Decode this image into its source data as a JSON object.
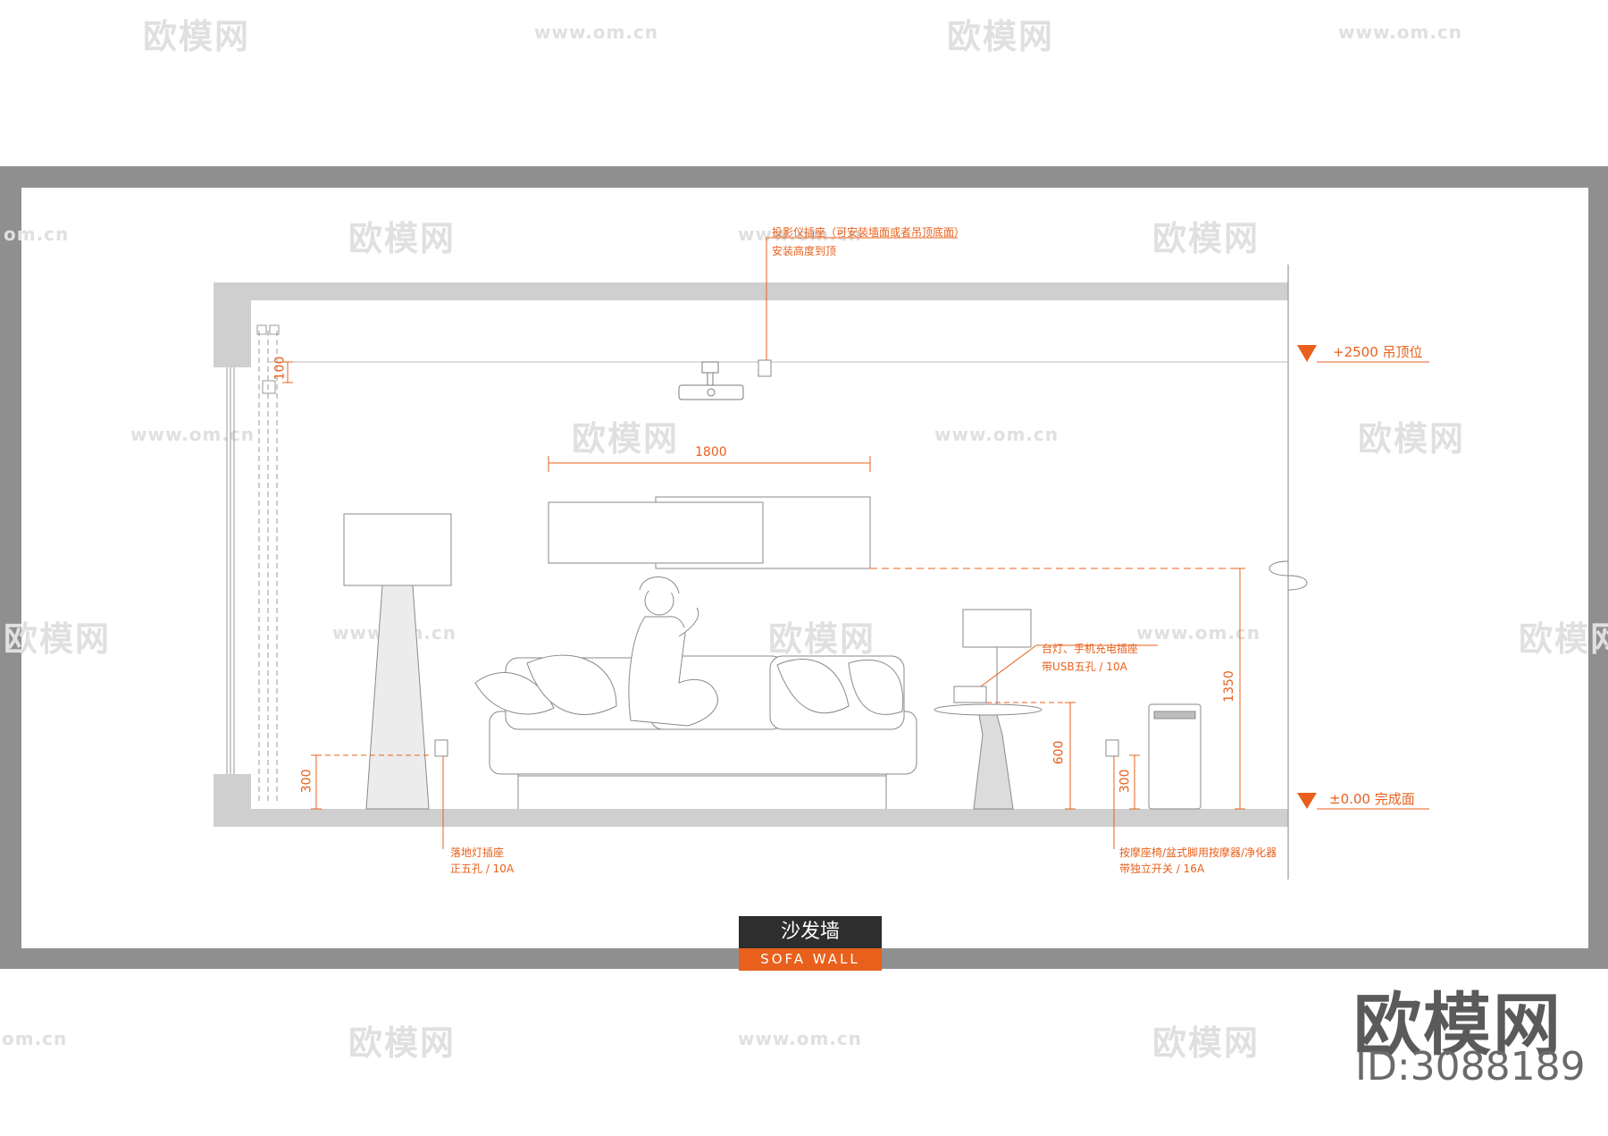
{
  "watermark": {
    "logo_text": "欧模网",
    "url_text": "www.om.cn",
    "url_fragment": "om.cn"
  },
  "annotations": {
    "projector_line1": "投影仪插座（可安装墙面或者吊顶底面）",
    "projector_line2": "安装高度到顶",
    "ceiling_level": "+2500  吊顶位",
    "floor_level": "±0.00  完成面",
    "lamp_socket_line1": "台灯、手机充电插座",
    "lamp_socket_line2": "带USB五孔 / 10A",
    "floor_lamp_line1": "落地灯插座",
    "floor_lamp_line2": "正五孔 / 10A",
    "massage_line1": "按摩座椅/盆式脚用按摩器/净化器",
    "massage_line2": "带独立开关 / 16A"
  },
  "dimensions": {
    "ceiling_offset": "100",
    "tv_width": "1800",
    "tv_height": "1350",
    "side_table": "600",
    "floor_socket_left": "300",
    "floor_socket_right": "300"
  },
  "title_block": {
    "chinese": "沙发墙",
    "english": "SOFA WALL"
  },
  "brand": {
    "name": "欧模网",
    "id": "ID:3088189"
  },
  "colors": {
    "accent": "#e8601c",
    "frame": "#8f8f8f",
    "title_dark": "#2e2e2e"
  }
}
